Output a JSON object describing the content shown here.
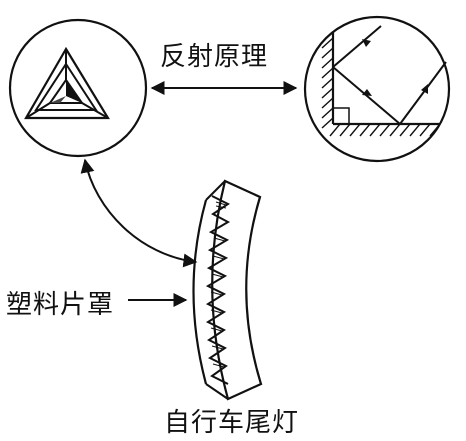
{
  "labels": {
    "principle": "反射原理",
    "plastic_cover": "塑料片罩",
    "product": "自行车尾灯"
  },
  "colors": {
    "ink": "#111111",
    "paper": "#ffffff"
  }
}
